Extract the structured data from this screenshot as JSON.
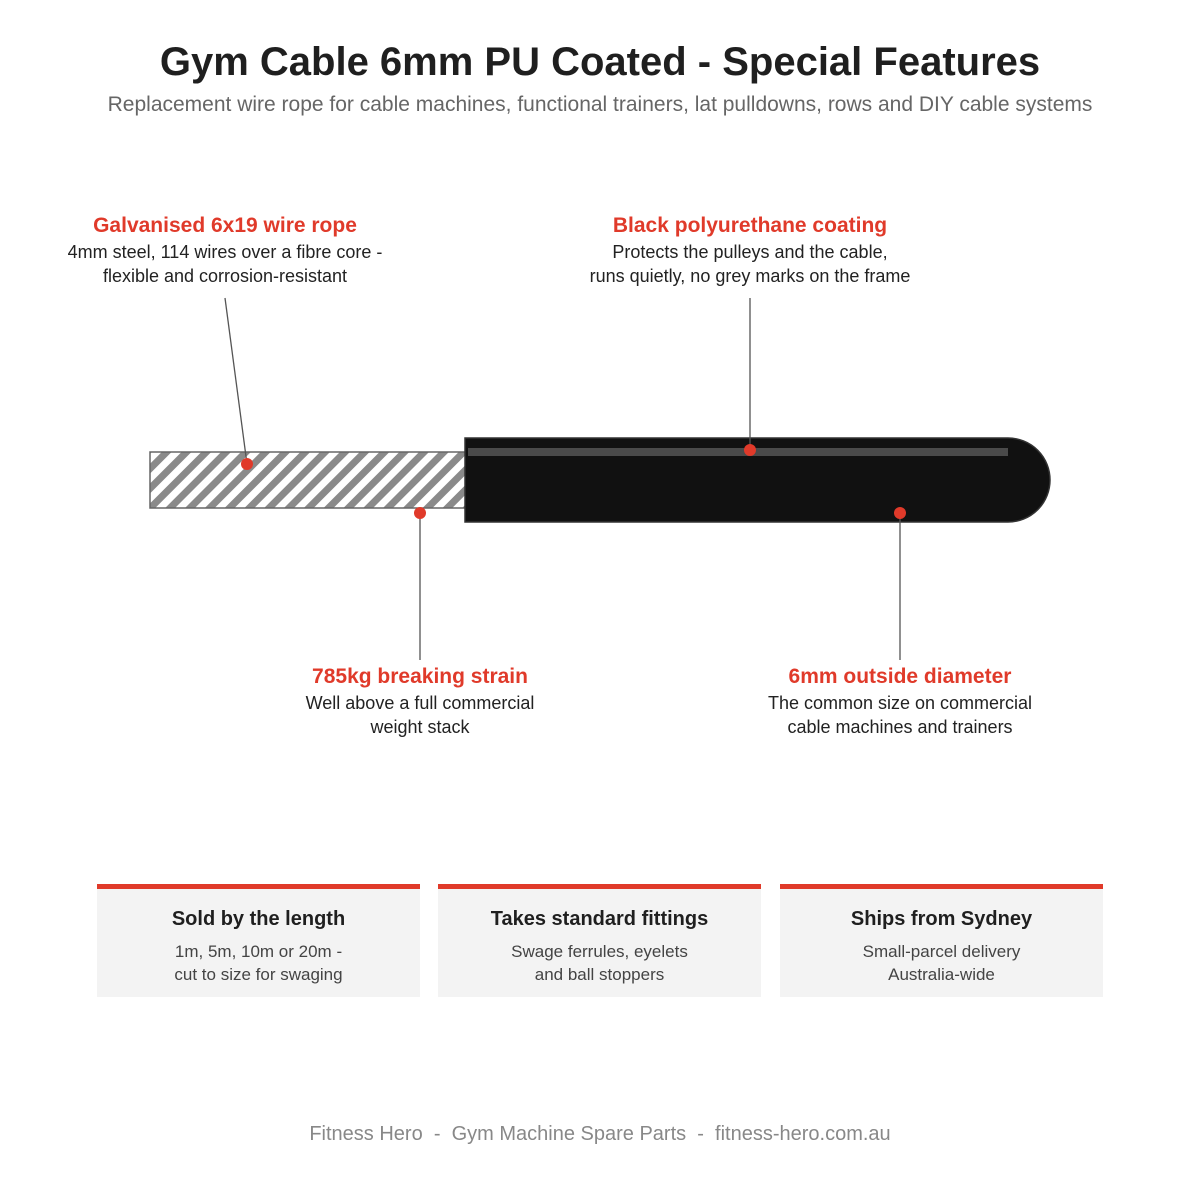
{
  "header": {
    "title": "Gym Cable 6mm PU Coated - Special Features",
    "subtitle": "Replacement wire rope for cable machines, functional trainers, lat pulldowns, rows and DIY cable systems"
  },
  "colors": {
    "accent": "#e03a2a",
    "coating": "#111111",
    "wire_stripe": "#8a8a8a",
    "card_bg": "#f3f3f3",
    "leader": "#555555"
  },
  "callouts": {
    "wire_rope": {
      "title": "Galvanised 6x19 wire rope",
      "line1": "4mm steel, 114 wires over a fibre core -",
      "line2": "flexible and corrosion-resistant"
    },
    "coating": {
      "title": "Black polyurethane coating",
      "line1": "Protects the pulleys and the cable,",
      "line2": "runs quietly, no grey marks on the frame"
    },
    "strain": {
      "title": "785kg breaking strain",
      "line1": "Well above a full commercial",
      "line2": "weight stack"
    },
    "diameter": {
      "title": "6mm outside diameter",
      "line1": "The common size on commercial",
      "line2": "cable machines and trainers"
    }
  },
  "cards": [
    {
      "title": "Sold by the length",
      "line1": "1m, 5m, 10m or 20m -",
      "line2": "cut to size for swaging"
    },
    {
      "title": "Takes standard fittings",
      "line1": "Swage ferrules, eyelets",
      "line2": "and ball stoppers"
    },
    {
      "title": "Ships from Sydney",
      "line1": "Small-parcel delivery",
      "line2": "Australia-wide"
    }
  ],
  "footer": {
    "text": "Fitness Hero  -  Gym Machine Spare Parts  -  fitness-hero.com.au"
  }
}
